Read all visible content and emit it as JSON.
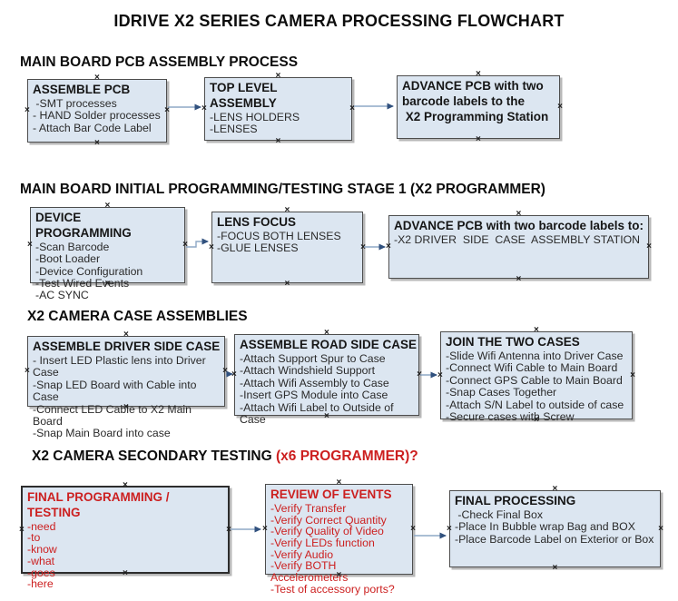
{
  "title": "IDRIVE X2  SERIES CAMERA PROCESSING FLOWCHART",
  "colors": {
    "box_fill": "#dce6f1",
    "box_border": "#4d4d4d",
    "red": "#cc1f1f",
    "arrow_line": "#8ea8c6",
    "arrow_head": "#31517e",
    "ink": "#161616"
  },
  "sections": [
    {
      "heading": "MAIN BOARD PCB ASSEMBLY PROCESS",
      "boxes": [
        {
          "title": "ASSEMBLE PCB",
          "items": [
            " -SMT processes",
            "- HAND Solder processes",
            "- Attach Bar Code Label"
          ]
        },
        {
          "title": "TOP LEVEL ASSEMBLY",
          "items": [
            "-LENS HOLDERS",
            "-LENSES"
          ]
        },
        {
          "title": "ADVANCE PCB with two\nbarcode labels to the\n X2 Programming Station",
          "items": []
        }
      ]
    },
    {
      "heading": "MAIN BOARD INITIAL PROGRAMMING/TESTING STAGE 1 (X2 PROGRAMMER)",
      "boxes": [
        {
          "title": "DEVICE PROGRAMMING",
          "items": [
            "-Scan Barcode",
            "-Boot Loader",
            "-Device Configuration",
            "-Test Wired Events",
            "-AC SYNC"
          ]
        },
        {
          "title": "LENS FOCUS",
          "items": [
            "-FOCUS BOTH LENSES",
            "-GLUE LENSES"
          ]
        },
        {
          "title": "ADVANCE PCB with two barcode labels to:",
          "items": [
            "-X2 DRIVER  SIDE  CASE  ASSEMBLY STATION"
          ]
        }
      ]
    },
    {
      "heading": "X2 CAMERA CASE ASSEMBLIES",
      "boxes": [
        {
          "title": "ASSEMBLE DRIVER SIDE CASE",
          "items": [
            "- Insert LED Plastic lens into Driver Case",
            "-Snap LED Board with Cable into Case",
            "-Connect LED Cable to X2 Main Board",
            "-Snap Main Board into case"
          ]
        },
        {
          "title": "ASSEMBLE ROAD SIDE CASE",
          "items": [
            "-Attach Support Spur to Case",
            "-Attach Windshield Support",
            "-Attach Wifi Assembly to Case",
            "-Insert GPS Module into Case",
            "-Attach Wifi Label to Outside of Case"
          ]
        },
        {
          "title": "JOIN THE TWO CASES",
          "items": [
            "-Slide Wifi Antenna into Driver Case",
            "-Connect Wifi Cable to Main Board",
            "-Connect GPS Cable to Main Board",
            "-Snap Cases Together",
            "-Attach S/N Label to outside of case",
            "-Secure cases with Screw"
          ]
        }
      ]
    },
    {
      "heading": "X2 CAMERA SECONDARY TESTING ",
      "heading_red": " (x6 PROGRAMMER)?",
      "boxes": [
        {
          "title": "FINAL PROGRAMMING / TESTING",
          "items": [
            "-need",
            "-to",
            "-know",
            "-what",
            "-goes",
            "-here"
          ]
        },
        {
          "title": "REVIEW OF EVENTS",
          "items": [
            "-Verify Transfer",
            "-Verify Correct Quantity",
            "-Verify Quality of Video",
            "-Verify LEDs function",
            "-Verify Audio",
            "-Verify BOTH Accelerometers",
            "-Test of accessory ports?"
          ]
        },
        {
          "title": "FINAL PROCESSING",
          "items": [
            " -Check Final Box",
            "-Place In Bubble wrap Bag and BOX",
            "-Place Barcode Label on Exterior or Box"
          ]
        }
      ]
    }
  ]
}
